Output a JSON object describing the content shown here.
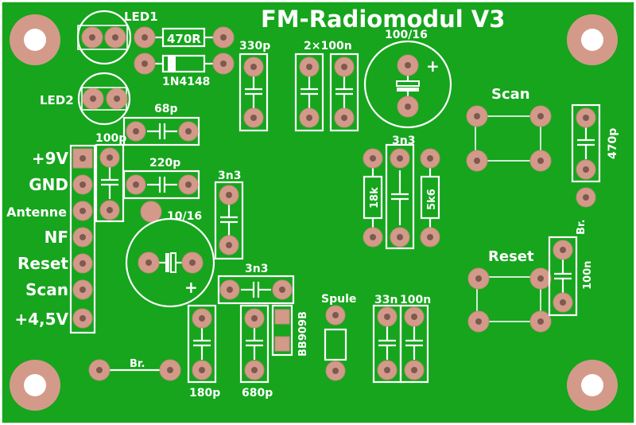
{
  "colors": {
    "board": "#16a51d",
    "silkscreen": "#ffffff",
    "pad": "#d39a8a",
    "pad_hole": "#7d5a50",
    "mount_hole": "#ffffff"
  },
  "title": "FM-Radiomodul V3",
  "connector_labels": [
    "+9V",
    "GND",
    "Antenne",
    "NF",
    "Reset",
    "Scan",
    "+4,5V"
  ],
  "component_labels": {
    "led1": "LED1",
    "led2": "LED2",
    "r_470r": "470R",
    "diode": "1N4148",
    "c_330p": "330p",
    "c_2x100n": "2×100n",
    "elko_100_16": "100/16",
    "plus_sign": "+",
    "c_68p": "68p",
    "c_100p": "100p",
    "c_220p": "220p",
    "c_3n3_mid": "3n3",
    "elko_10_16": "10/16",
    "c_3n3_right": "3n3",
    "r_18k": "18k",
    "r_5k6": "5k6",
    "scan": "Scan",
    "c_470p": "470p",
    "br_right": "Br.",
    "reset": "Reset",
    "c_100n_right": "100n",
    "c_3n3_bottom": "3n3",
    "varicap": "BB909B",
    "spule": "Spule",
    "c_33n": "33n",
    "c_100n_bottom": "100n",
    "br_bottom": "Br.",
    "c_180p": "180p",
    "c_680p": "680p"
  }
}
